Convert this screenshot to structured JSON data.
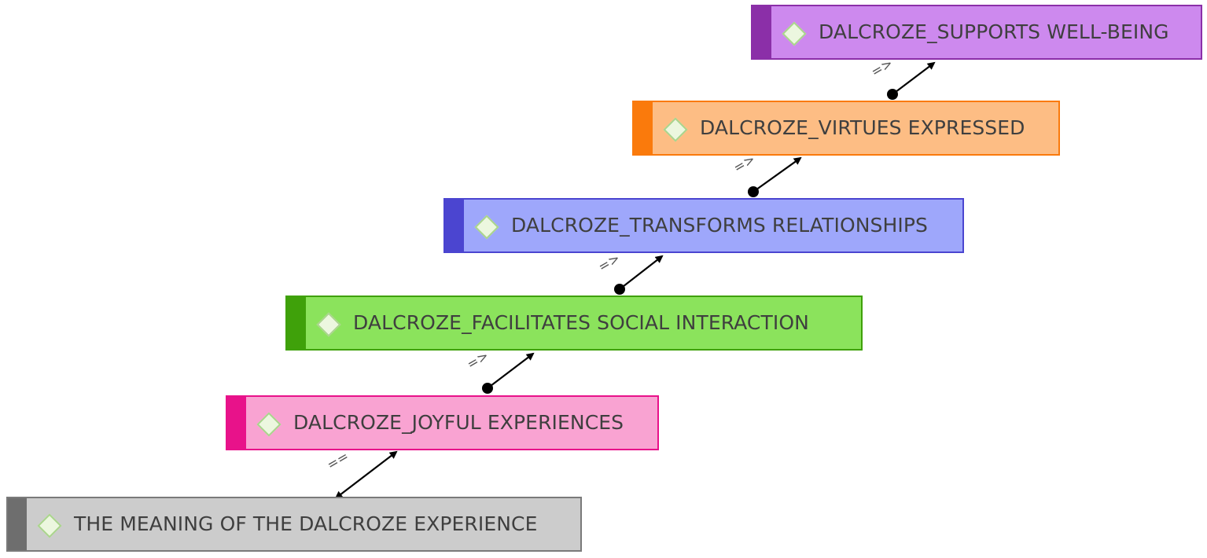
{
  "nodes": [
    {
      "label": "THE MEANING OF THE DALCROZE EXPERIENCE",
      "fill": "#cccccc",
      "border": "#7a7a7a",
      "accent": "#6e6e6e"
    },
    {
      "label": "DALCROZE_JOYFUL EXPERIENCES",
      "fill": "#f9a3d2",
      "border": "#e8128a",
      "accent": "#e8128a"
    },
    {
      "label": "DALCROZE_FACILITATES SOCIAL INTERACTION",
      "fill": "#8be35c",
      "border": "#3fa10a",
      "accent": "#3fa10a"
    },
    {
      "label": "DALCROZE_TRANSFORMS RELATIONSHIPS",
      "fill": "#9ea7fb",
      "border": "#4b45d0",
      "accent": "#4b45d0"
    },
    {
      "label": "DALCROZE_VIRTUES EXPRESSED",
      "fill": "#fdbd84",
      "border": "#fa7a0c",
      "accent": "#fa7a0c"
    },
    {
      "label": "DALCROZE_SUPPORTS WELL-BEING",
      "fill": "#cd89ee",
      "border": "#8b2fa8",
      "accent": "#8b2fa8"
    }
  ],
  "edges": [
    {
      "label": "==",
      "type": "equivalence",
      "from_node": 1,
      "to_node": 0
    },
    {
      "label": "=>",
      "type": "implies",
      "from_node": 1,
      "to_node": 2
    },
    {
      "label": "=>",
      "type": "implies",
      "from_node": 2,
      "to_node": 3
    },
    {
      "label": "=>",
      "type": "implies",
      "from_node": 3,
      "to_node": 4
    },
    {
      "label": "=>",
      "type": "implies",
      "from_node": 4,
      "to_node": 5
    }
  ]
}
